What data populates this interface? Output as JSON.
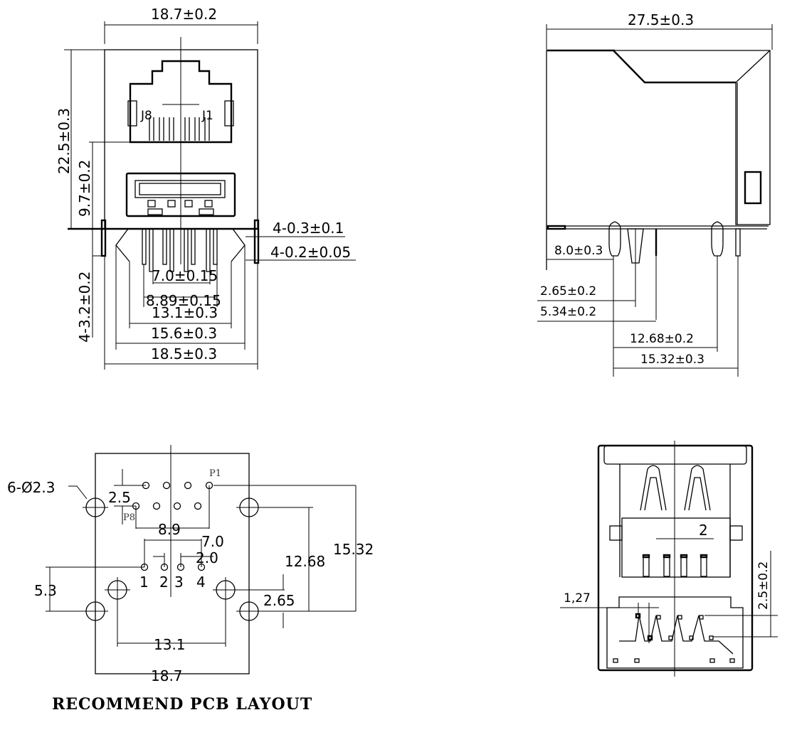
{
  "drawing": {
    "type": "RJ45 + USB stacked connector mechanical drawing",
    "front_view": {
      "width": "18.7±0.2",
      "height": "22.5±0.3",
      "rj45_bottom_height": "9.7±0.2",
      "pin_length": "4-3.2±0.2",
      "pin_thickness_1": "4-0.3±0.1",
      "pin_thickness_2": "4-0.2±0.05",
      "usb_pin_span": "7.0±0.15",
      "rj45_pin_span": "8.89±0.15",
      "post_span_inner": "13.1±0.3",
      "post_span_mid": "15.6±0.3",
      "post_span_outer": "18.5±0.3",
      "rj45_left_label": "J8",
      "rj45_right_label": "J1"
    },
    "side_view": {
      "depth": "27.5±0.3",
      "front_to_post": "8.0±0.3",
      "post_to_row1": "2.65±0.2",
      "post_to_row2": "5.34±0.2",
      "post_to_rear_post": "12.68±0.2",
      "post_to_rear_pin": "15.32±0.3"
    },
    "pcb_layout": {
      "title": "RECOMMEND PCB LAYOUT",
      "hole_callout": "6-Ø2.3",
      "row_pitch": "2.5",
      "rj45_span": "8.9",
      "usb_span": "7.0",
      "usb_pitch": "2.0",
      "post_offset": "5.3",
      "post_spacing_y1": "12.68",
      "post_spacing_y2": "15.32",
      "post_offset_y": "2.65",
      "inner_post_span": "13.1",
      "outer_width": "18.7",
      "pin_label_p1": "P1",
      "pin_label_p8": "P8",
      "usb_pins": [
        "1",
        "2",
        "3",
        "4"
      ]
    },
    "bottom_view": {
      "usb_pitch": "2",
      "rj45_pitch": "1,27",
      "row_offset": "2.5±0.2"
    }
  }
}
